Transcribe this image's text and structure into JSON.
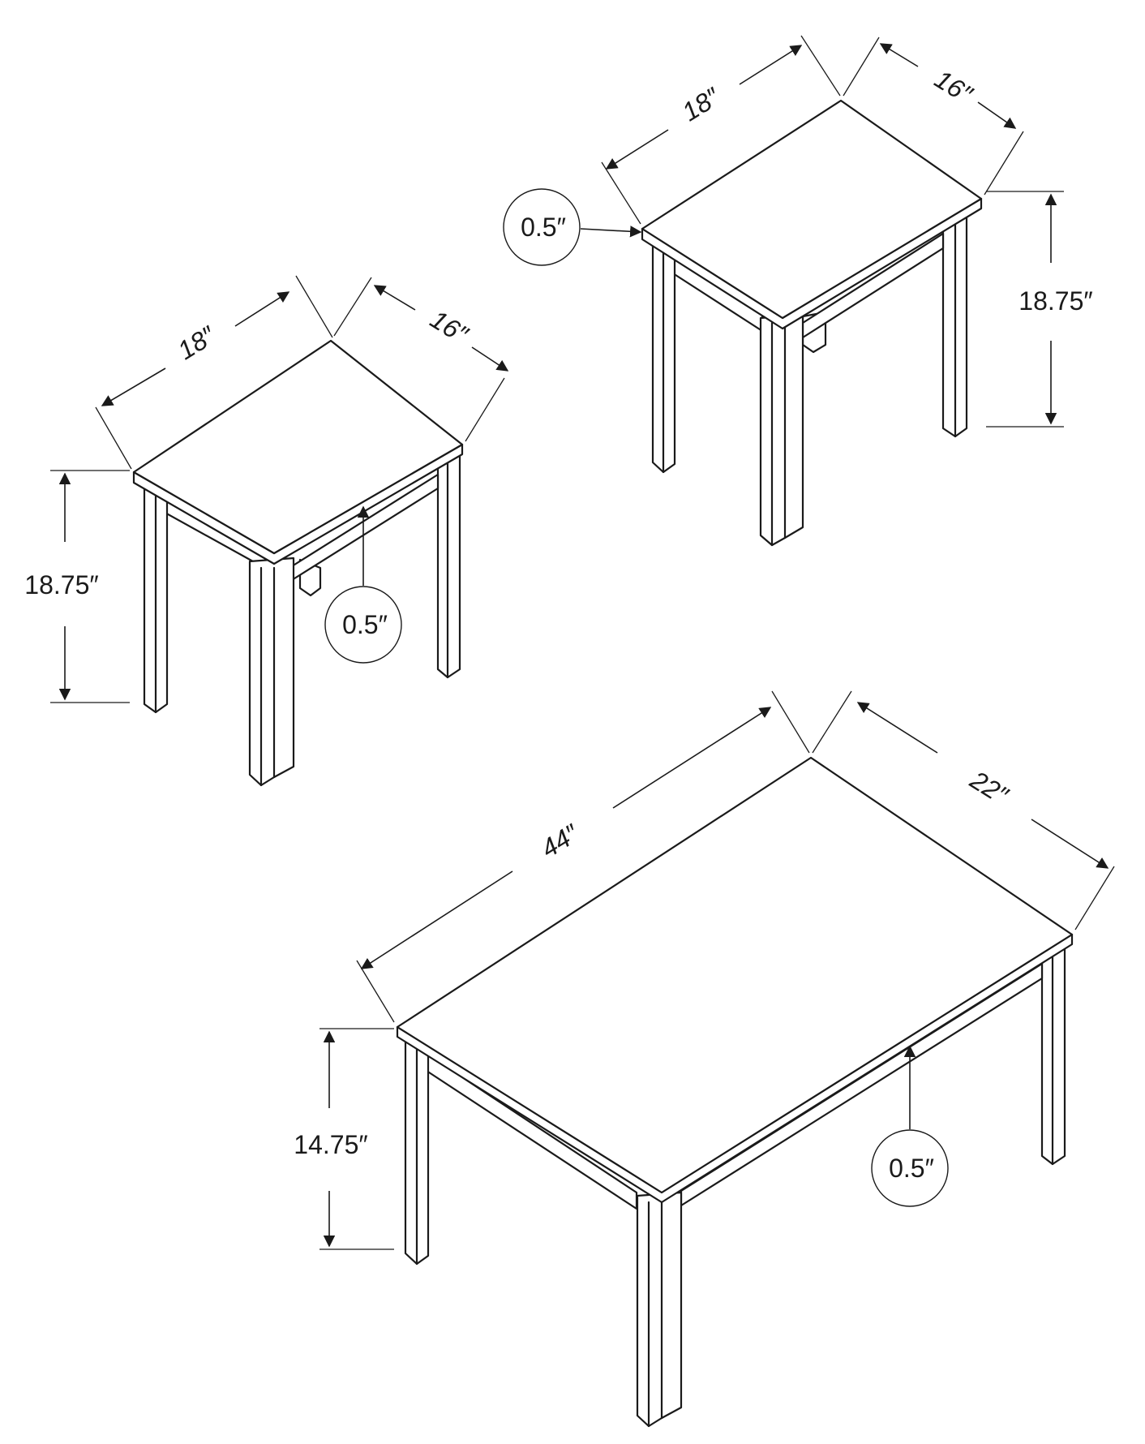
{
  "diagram": {
    "labels": {
      "t1_length": "18″",
      "t1_width": "16″",
      "t1_height": "18.75″",
      "t1_thickness": "0.5″",
      "t2_length": "18″",
      "t2_width": "16″",
      "t2_height": "18.75″",
      "t2_thickness": "0.5″",
      "t3_length": "44″",
      "t3_width": "22″",
      "t3_height": "14.75″",
      "t3_thickness": "0.5″"
    },
    "colors": {
      "ink": "#1a1a1a",
      "background": "#ffffff"
    }
  }
}
